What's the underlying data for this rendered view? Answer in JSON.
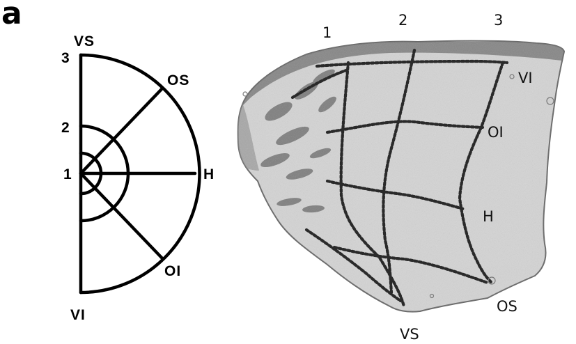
{
  "panel_label": "a",
  "schematic": {
    "labels": {
      "vs": "VS",
      "os": "OS",
      "h": "H",
      "oi": "OI",
      "vi": "VI",
      "r1": "1",
      "r2": "2",
      "r3": "3"
    }
  },
  "photo": {
    "labels": {
      "c1": "1",
      "c2": "2",
      "c3": "3",
      "vi": "VI",
      "oi": "OI",
      "h": "H",
      "os": "OS",
      "vs": "VS"
    }
  }
}
